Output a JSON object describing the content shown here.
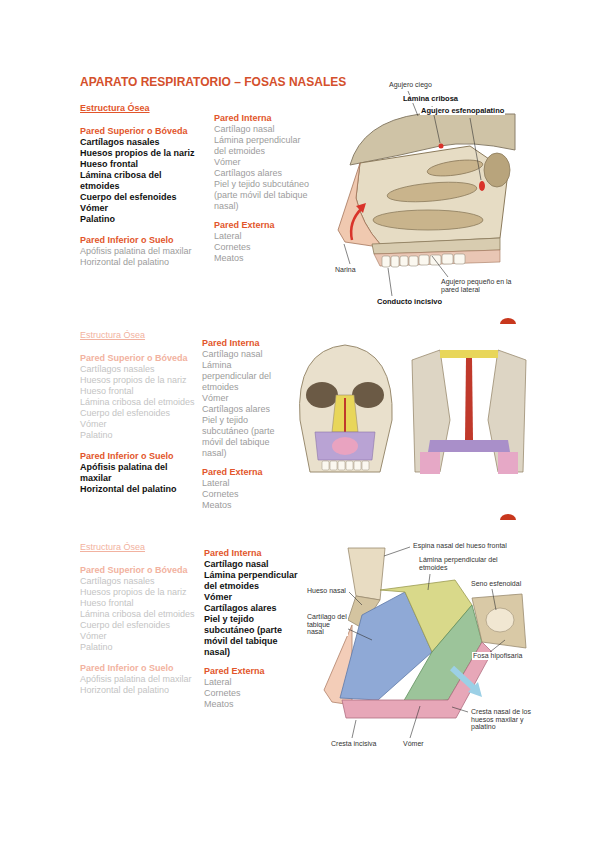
{
  "diagram": {
    "title": "APARATO RESPIRATORIO – FOSAS NASALES",
    "labels": [
      "Estructura Ósea",
      "Pared Superior o Bóveda",
      "Cartílagos nasales",
      "Huesos propios de la nariz",
      "Hueso frontal",
      "Lámina cribosa del etmoides",
      "Cuerpo del esfenoides",
      "Vómer",
      "Palatino",
      "Pared Inferior o Suelo",
      "Apófisis palatina del maxilar",
      "Horizontal del palatino",
      "Pared Interna",
      "Cartílago nasal",
      "Lámina perpendicular del etmoides",
      "Vómer",
      "Cartílagos alares",
      "Piel y tejido subcutáneo (parte móvil del tabique nasal)",
      "Pared Externa",
      "Lateral",
      "Cornetes",
      "Meatos",
      "Agujero ciego",
      "Lámina cribosa",
      "Agujero esfenopalatino",
      "Narina",
      "Agujero pequeño en la pared lateral",
      "Conducto incisivo",
      "Estructura Ósea",
      "Pared Superior o Bóveda",
      "Cartílagos nasales",
      "Huesos propios de la nariz",
      "Hueso frontal",
      "Lámina cribosa del etmoides",
      "Cuerpo del esfenoides",
      "Vómer",
      "Palatino",
      "Pared Inferior o Suelo",
      "Apófisis palatina del maxilar",
      "Horizontal del palatino",
      "Pared Interna",
      "Cartílago nasal",
      "Lámina perpendicular del etmoides",
      "Vómer",
      "Cartílagos alares",
      "Piel y tejido subcutáneo (parte móvil del tabique nasal)",
      "Pared Externa",
      "Lateral",
      "Cornetes",
      "Meatos",
      "Estructura Ósea",
      "Pared Superior o Bóveda",
      "Cartílagos nasales",
      "Huesos propios de la nariz",
      "Hueso frontal",
      "Lámina cribosa del etmoides",
      "Cuerpo del esfenoides",
      "Vómer",
      "Palatino",
      "Pared Inferior o Suelo",
      "Apófisis palatina del maxilar",
      "Horizontal del palatino",
      "Pared Interna",
      "Cartílago nasal",
      "Lámina perpendicular del etmoides",
      "Vómer",
      "Cartílagos alares",
      "Piel y tejido subcutáneo (parte móvil del tabique nasal)",
      "Pared Externa",
      "Lateral",
      "Cornetes",
      "Meatos",
      "Espina nasal del hueso frontal",
      "Lámina perpendicular del etmoides",
      "Hueso nasal",
      "Seno esfenoidal",
      "Cartílago del tabique nasal",
      "Fosa hipofisaria",
      "Cresta nasal de los huesos maxilar y palatino",
      "Cresta incisiva",
      "Vómer"
    ]
  }
}
